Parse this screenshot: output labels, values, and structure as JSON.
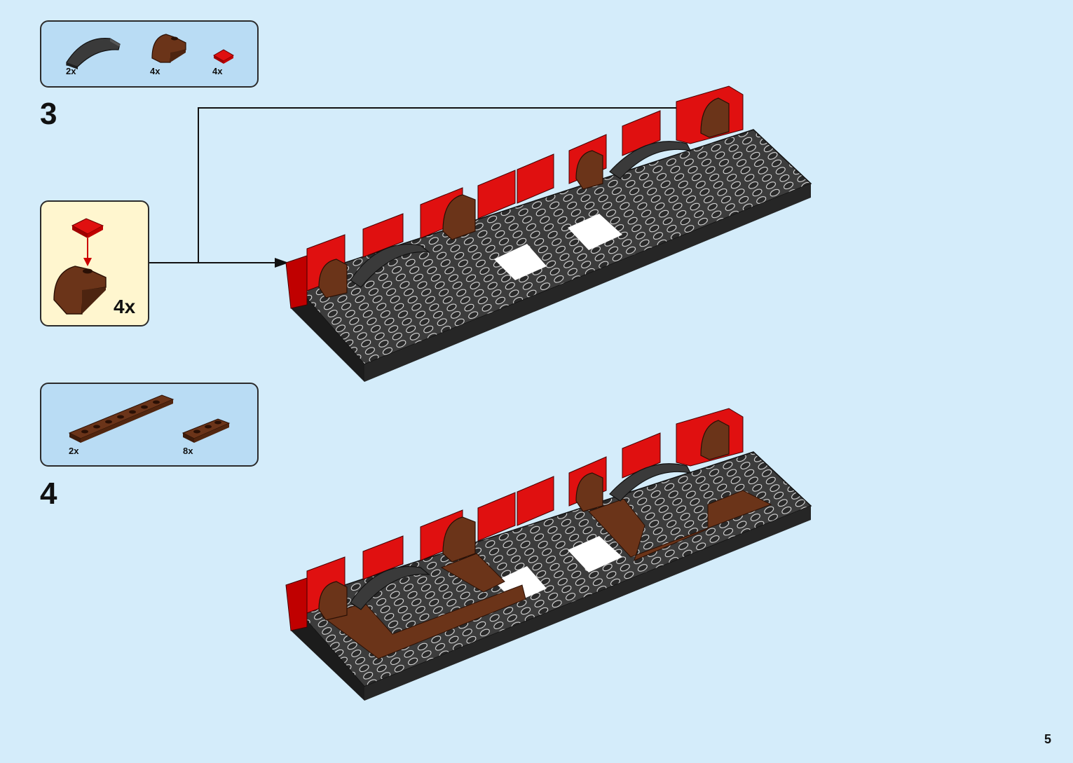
{
  "page": {
    "number": "5"
  },
  "steps": [
    {
      "number": "3",
      "parts": [
        {
          "name": "dark-gray-curved-slope",
          "qty": "2x",
          "color": "#3a3a3a"
        },
        {
          "name": "reddish-brown-arch-brick",
          "qty": "4x",
          "color": "#6b3419"
        },
        {
          "name": "red-tile-1x1",
          "qty": "4x",
          "color": "#d40000"
        }
      ],
      "callout": {
        "qty": "4x"
      }
    },
    {
      "number": "4",
      "parts": [
        {
          "name": "reddish-brown-plate-1x8",
          "qty": "2x",
          "color": "#6b3419"
        },
        {
          "name": "reddish-brown-plate-1x3",
          "qty": "8x",
          "color": "#6b3419"
        }
      ]
    }
  ],
  "colors": {
    "background": "#d4ecfa",
    "parts_box": "#b9dcf4",
    "callout_box": "#fff6cf",
    "baseplate": "#3c3c3c",
    "red": "#d40000",
    "brown": "#6b3419"
  }
}
